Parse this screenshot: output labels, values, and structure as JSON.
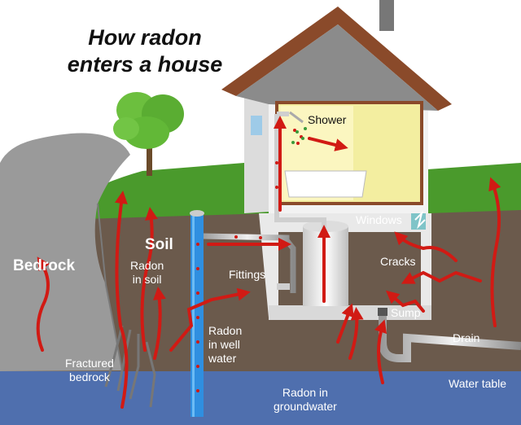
{
  "title": {
    "line1": "How radon",
    "line2": "enters a house"
  },
  "labels": {
    "bedrock": "Bedrock",
    "soil": "Soil",
    "radon_in_soil": [
      "Radon",
      "in soil"
    ],
    "fractured_bedrock": [
      "Fractured",
      "bedrock"
    ],
    "fittings": "Fittings",
    "radon_in_well_water": [
      "Radon",
      "in well",
      "water"
    ],
    "radon_in_groundwater": [
      "Radon in",
      "groundwater"
    ],
    "shower": "Shower",
    "windows": "Windows",
    "cracks": "Cracks",
    "sump": "Sump",
    "drain": "Drain",
    "water_table": "Water table"
  },
  "colors": {
    "sky": "#ffffff",
    "grass": "#4a9a2c",
    "soil": "#6b5a4c",
    "bedrock": "#9a9a9a",
    "groundwater": "#4f6fae",
    "house_wall": "#f2f2f2",
    "roof": "#8b8b8b",
    "roof_trim": "#8a4a2a",
    "interior": "#f3eea0",
    "radon_arrow": "#d11a14",
    "well_pipe": "#2f8fe0"
  }
}
